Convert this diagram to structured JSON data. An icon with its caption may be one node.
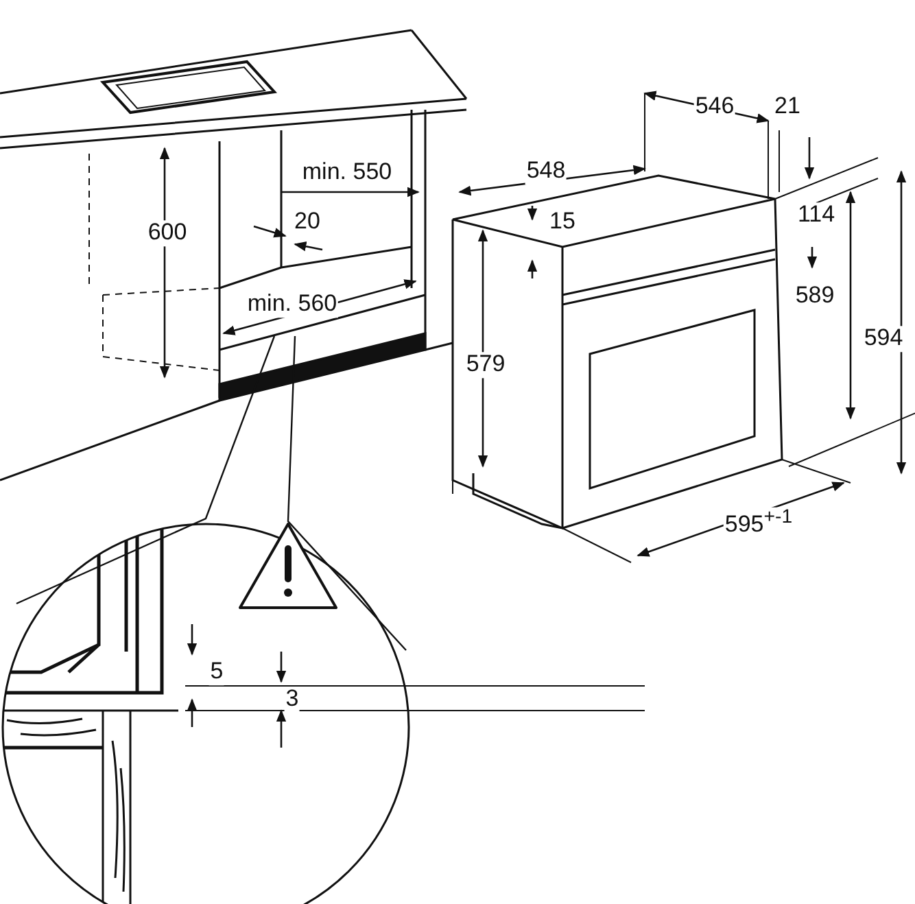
{
  "diagram": {
    "labels": [
      "546",
      "21",
      "min. 550",
      "548",
      "114",
      "600",
      "15",
      "20",
      "589",
      "594",
      "min. 560",
      "579",
      "595$^{+-1}$",
      "5",
      "3"
    ]
  }
}
